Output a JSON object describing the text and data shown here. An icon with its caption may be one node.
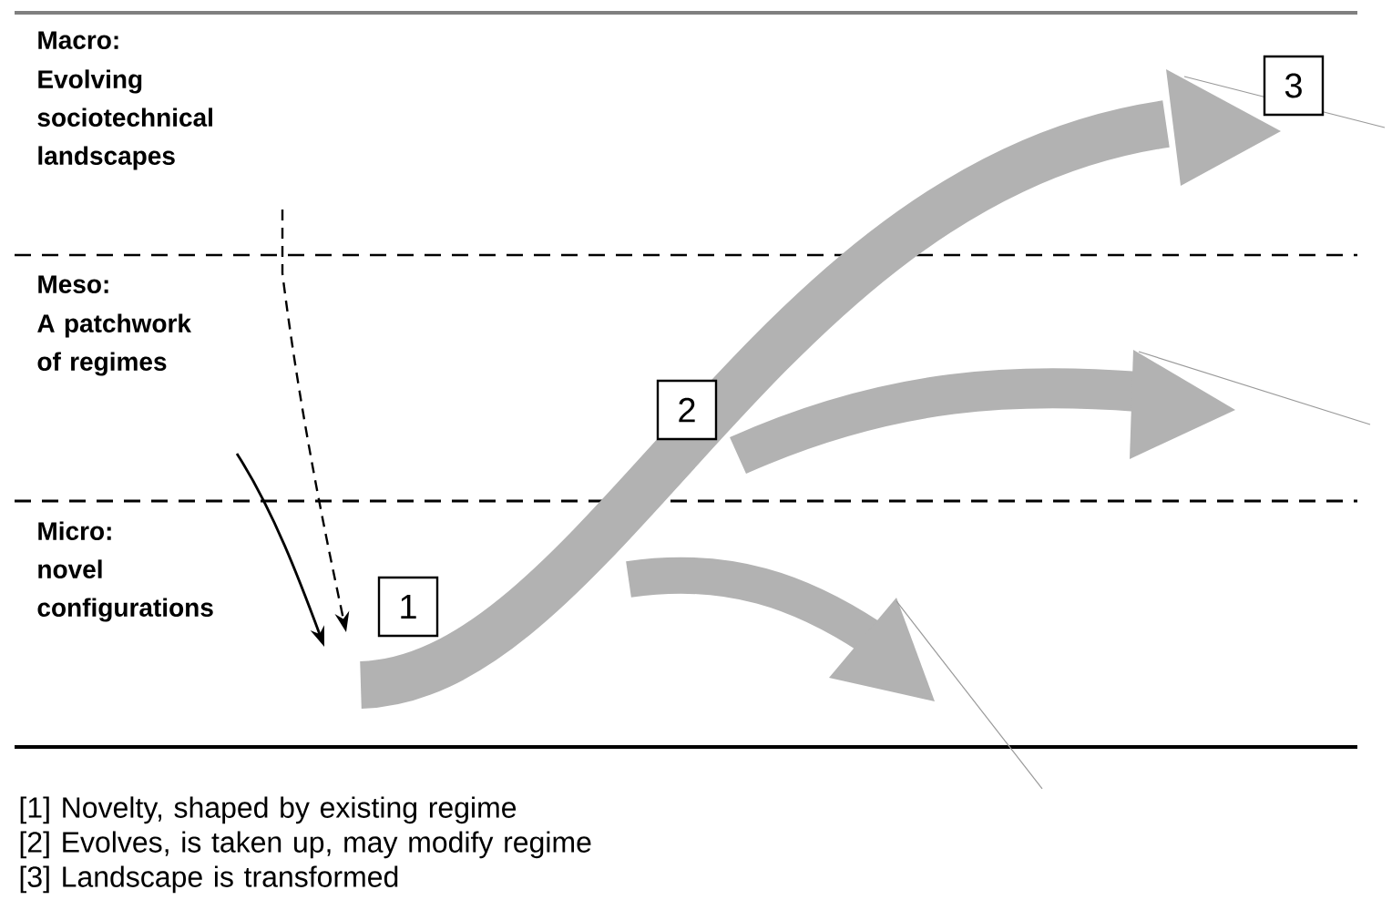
{
  "diagram": {
    "nodes": [
      {
        "text": [
          "1"
        ]
      },
      {
        "text": [
          "2"
        ]
      },
      {
        "text": [
          "3"
        ]
      }
    ],
    "labels": [
      "Macro:",
      "Evolving sociotechnical landscapes",
      "Meso:",
      "A patchwork of regimes",
      "Micro:",
      "novel configurations",
      "[1] Novelty, shaped by existing regime",
      "[2] Evolves, is taken up, may modify regime",
      "[3] Landscape is transformed"
    ]
  }
}
